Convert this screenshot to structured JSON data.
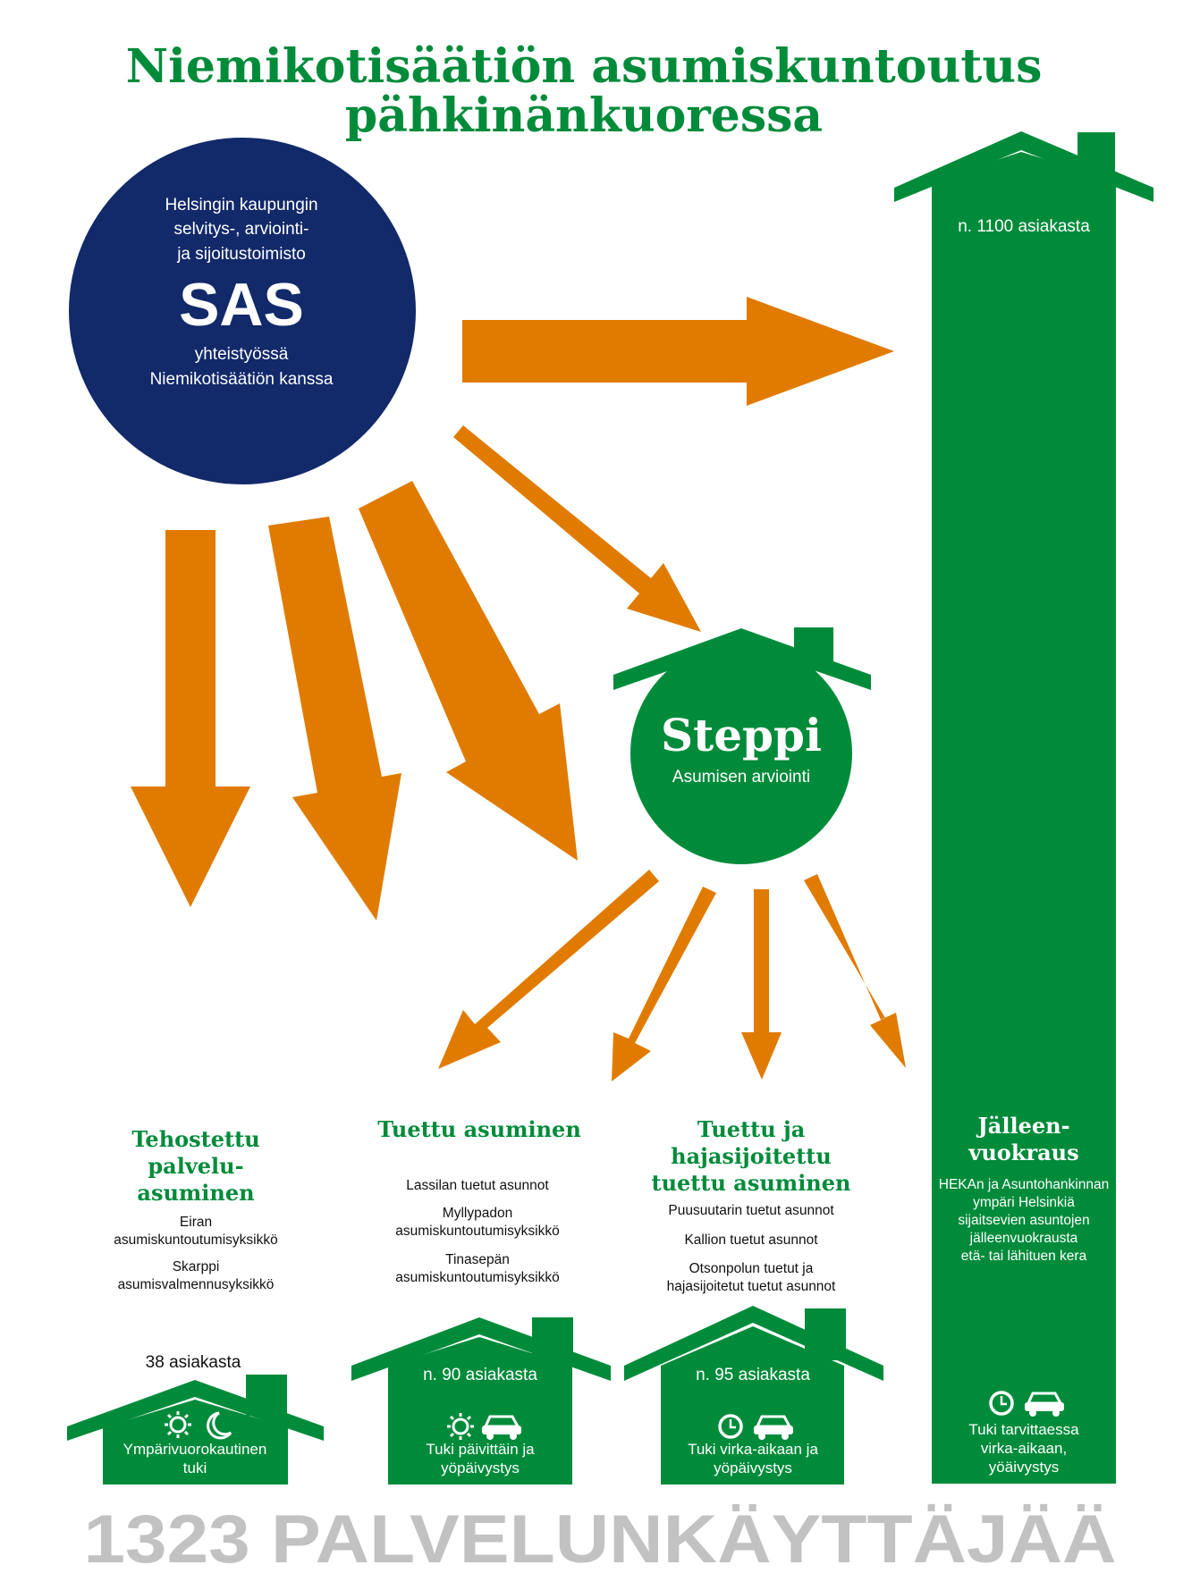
{
  "title": {
    "line1": "Niemikotisäätiön asumiskuntoutus",
    "line2": "pähkinänkuoressa"
  },
  "sas": {
    "line1": "Helsingin kaupungin",
    "line2": "selvitys-, arviointi-",
    "line3": "ja sijoitustoimisto",
    "name": "SAS",
    "line4": "yhteistyössä",
    "line5": "Niemikotisäätiön kanssa"
  },
  "steppi": {
    "name": "Steppi",
    "subtitle": "Asumisen arviointi"
  },
  "columns": [
    {
      "title_lines": [
        "Tehostettu",
        "palvelu-",
        "asuminen"
      ],
      "units": [
        [
          "Eiran",
          "asumiskuntoutumisyksikkö"
        ],
        [
          "Skarppi",
          "asumisvalmennusyksikkö"
        ]
      ],
      "count": "38 asiakasta",
      "icons": [
        "sun-icon",
        "moon-icon"
      ],
      "support_lines": [
        "Ympärivuorokautinen",
        "tuki"
      ]
    },
    {
      "title_lines": [
        "Tuettu asuminen"
      ],
      "units": [
        [
          "Lassilan tuetut asunnot"
        ],
        [
          "Myllypadon",
          "asumiskuntoutumisyksikkö"
        ],
        [
          "Tinasepän",
          "asumiskuntoutumisyksikkö"
        ]
      ],
      "count": "n. 90 asiakasta",
      "icons": [
        "sun-icon",
        "car-icon"
      ],
      "support_lines": [
        "Tuki päivittäin ja",
        "yöpäivystys"
      ]
    },
    {
      "title_lines": [
        "Tuettu ja",
        "hajasijoitettu",
        "tuettu asuminen"
      ],
      "units": [
        [
          "Puusuutarin tuetut asunnot"
        ],
        [
          "Kallion tuetut asunnot"
        ],
        [
          "Otsonpolun tuetut ja",
          "hajasijoitetut tuetut asunnot"
        ]
      ],
      "count": "n. 95 asiakasta",
      "icons": [
        "clock-icon",
        "car-icon"
      ],
      "support_lines": [
        "Tuki virka-aikaan ja",
        "yöpäivystys"
      ]
    },
    {
      "title_lines": [
        "Jälleen-",
        "vuokraus"
      ],
      "units": [
        [
          "HEKAn ja Asuntohankinnan",
          "ympäri Helsinkiä",
          "sijaitsevien asuntojen",
          "jälleenvuokrausta",
          "etä- tai lähituen kera"
        ]
      ],
      "count": "n. 1100 asiakasta",
      "icons": [
        "clock-icon",
        "car-icon"
      ],
      "support_lines": [
        "Tuki tarvittaessa",
        "virka-aikaan,",
        "yöäivystys"
      ]
    }
  ],
  "total": "1323 PALVELUNKÄYTTÄJÄÄ",
  "colors": {
    "green": "#008b3a",
    "navy": "#12296a",
    "orange": "#e07b00",
    "gray": "#c2c2c2",
    "white": "#ffffff"
  }
}
